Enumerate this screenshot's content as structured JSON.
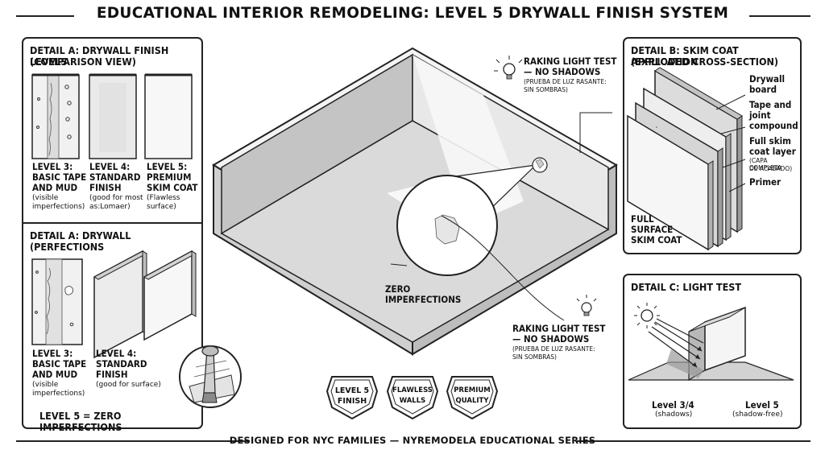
{
  "title": "EDUCATIONAL INTERIOR REMODELING: LEVEL 5 DRYWALL FINISH SYSTEM",
  "footer": "DESIGNED FOR NYC FAMILIES — NYREMODELA EDUCATIONAL SERIES",
  "detail_a": {
    "title_line1": "DETAIL A: DRYWALL FINISH LEVELS",
    "title_line2": "(COMPARISON VIEW)",
    "levels": [
      {
        "name_line1": "LEVEL 3:",
        "name_line2": "BASIC TAPE",
        "name_line3": "AND MUD",
        "note_line1": "(visible",
        "note_line2": "imperfections)"
      },
      {
        "name_line1": "LEVEL 4:",
        "name_line2": "STANDARD",
        "name_line3": "FINISH",
        "note_line1": "(good for most",
        "note_line2": "as:Lomaer)"
      },
      {
        "name_line1": "LEVEL 5:",
        "name_line2": "PREMIUM",
        "name_line3": "SKIM COAT",
        "note_line1": "(Flawless",
        "note_line2": "surface)"
      }
    ]
  },
  "detail_a2": {
    "title": "DETAIL A: DRYWALL (PERFECTIONS",
    "levels": [
      {
        "name_line1": "LEVEL 3:",
        "name_line2": "BASIC TAPE",
        "name_line3": "AND MUD",
        "note_line1": "(visible",
        "note_line2": "imperfections)"
      },
      {
        "name_line1": "LEVEL 4:",
        "name_line2": "STANDARD",
        "name_line3": "FINISH",
        "note_line1": "(good for surface)",
        "note_line2": ""
      }
    ],
    "summary": "LEVEL 5 = ZERO IMPERFECTIONS"
  },
  "center": {
    "raking_top_line1": "RAKING LIGHT TEST",
    "raking_top_line2": "— NO SHADOWS",
    "raking_top_es_line1": "(PRUEBA DE LUZ RASANTE:",
    "raking_top_es_line2": "SIN SOMBRAS)",
    "zero_line1": "ZERO",
    "zero_line2": "IMPERFECTIONS",
    "raking_bottom_line1": "RAKING LIGHT TEST",
    "raking_bottom_line2": "— NO SHADOWS",
    "raking_bottom_es_line1": "(PRUEBA DE LUZ RASANTE:",
    "raking_bottom_es_line2": "SIN SOMBRAS)",
    "badges": [
      {
        "line1": "LEVEL 5",
        "line2": "FINISH"
      },
      {
        "line1": "FLAWLESS",
        "line2": "WALLS"
      },
      {
        "line1": "PREMIUM",
        "line2": "QUALITY"
      }
    ]
  },
  "detail_b": {
    "title_line1": "DETAIL B: SKIM COAT APPLICATION",
    "title_line2": "(EXPLODED CROSS-SECTION)",
    "drywall_line1": "Drywall",
    "drywall_line2": "board",
    "tape_line1": "Tape and",
    "tape_line2": "joint",
    "tape_line3": "compound",
    "skim_line1": "Full skim",
    "skim_line2": "coat layer",
    "skim_es_line1": "(CAPA COMPLETA",
    "skim_es_line2": "DE ACABADO)",
    "primer": "Primer",
    "full_line1": "FULL",
    "full_line2": "SURFACE",
    "full_line3": "SKIM COAT"
  },
  "detail_c": {
    "title": "DETAIL C: LIGHT TEST",
    "left_label": "Level 3/4",
    "left_note": "(shadows)",
    "right_label": "Level 5",
    "right_note": "(shadow-free)"
  }
}
